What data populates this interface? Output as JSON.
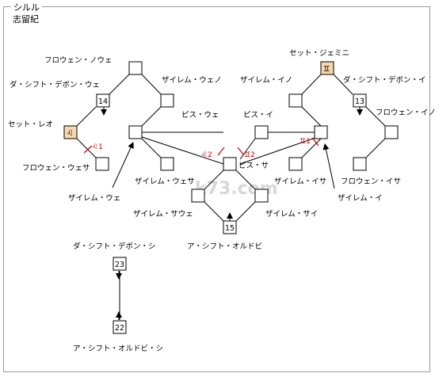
{
  "panel": {
    "title": "シルル",
    "subtitle": "志留紀"
  },
  "watermark": "k73.com",
  "colors": {
    "line": "#000000",
    "room_fill": "#ffffff",
    "special_fill": "#f7d7ad",
    "marker": "#c00000"
  },
  "labels": {
    "frowen_nowe": "フロウェン・ノウェ",
    "da_shift_devon_we": "ダ・シフト・デボン・ウェ",
    "set_leo": "セット・レオ",
    "frowen_wesa": "フロウェン・ウェサ",
    "zairem_we": "ザイレム・ウェ",
    "zairem_wesa": "ザイレム・ウェサ",
    "zairem_nowe": "ザイレム・ウェノ",
    "pis_we": "ピス・ウェ",
    "pis_i": "ピス・イ",
    "pis_sa": "ピス・サ",
    "zairem_ino": "ザイレム・イノ",
    "set_gemini": "セット・ジェミニ",
    "da_shift_devon_i": "ダ・シフト・デボン・イ",
    "frowen_ino": "フロウェン・イノ",
    "frowen_isa": "フロウェン・イサ",
    "zairem_isa": "ザイレム・イサ",
    "zairem_i": "ザイレム・イ",
    "zairem_sawe": "ザイレム・サウェ",
    "zairem_sai": "ザイレム・サイ",
    "a_shift_ordovi": "ア・シフト・オルドビ",
    "da_shift_devon_si": "ダ・シフト・デボン・シ",
    "a_shift_ordovi_si": "ア・シフト・オルドビ・シ"
  },
  "room_numbers": {
    "r14": "14",
    "r13": "13",
    "r15": "15",
    "r23": "23",
    "r22": "22"
  },
  "markers": {
    "leo1": "♌1",
    "leo2": "♌2",
    "gem2": "♊2",
    "gem1": "♊1"
  },
  "icons": {
    "leo_room": "♌",
    "gemini_room": "♊"
  }
}
